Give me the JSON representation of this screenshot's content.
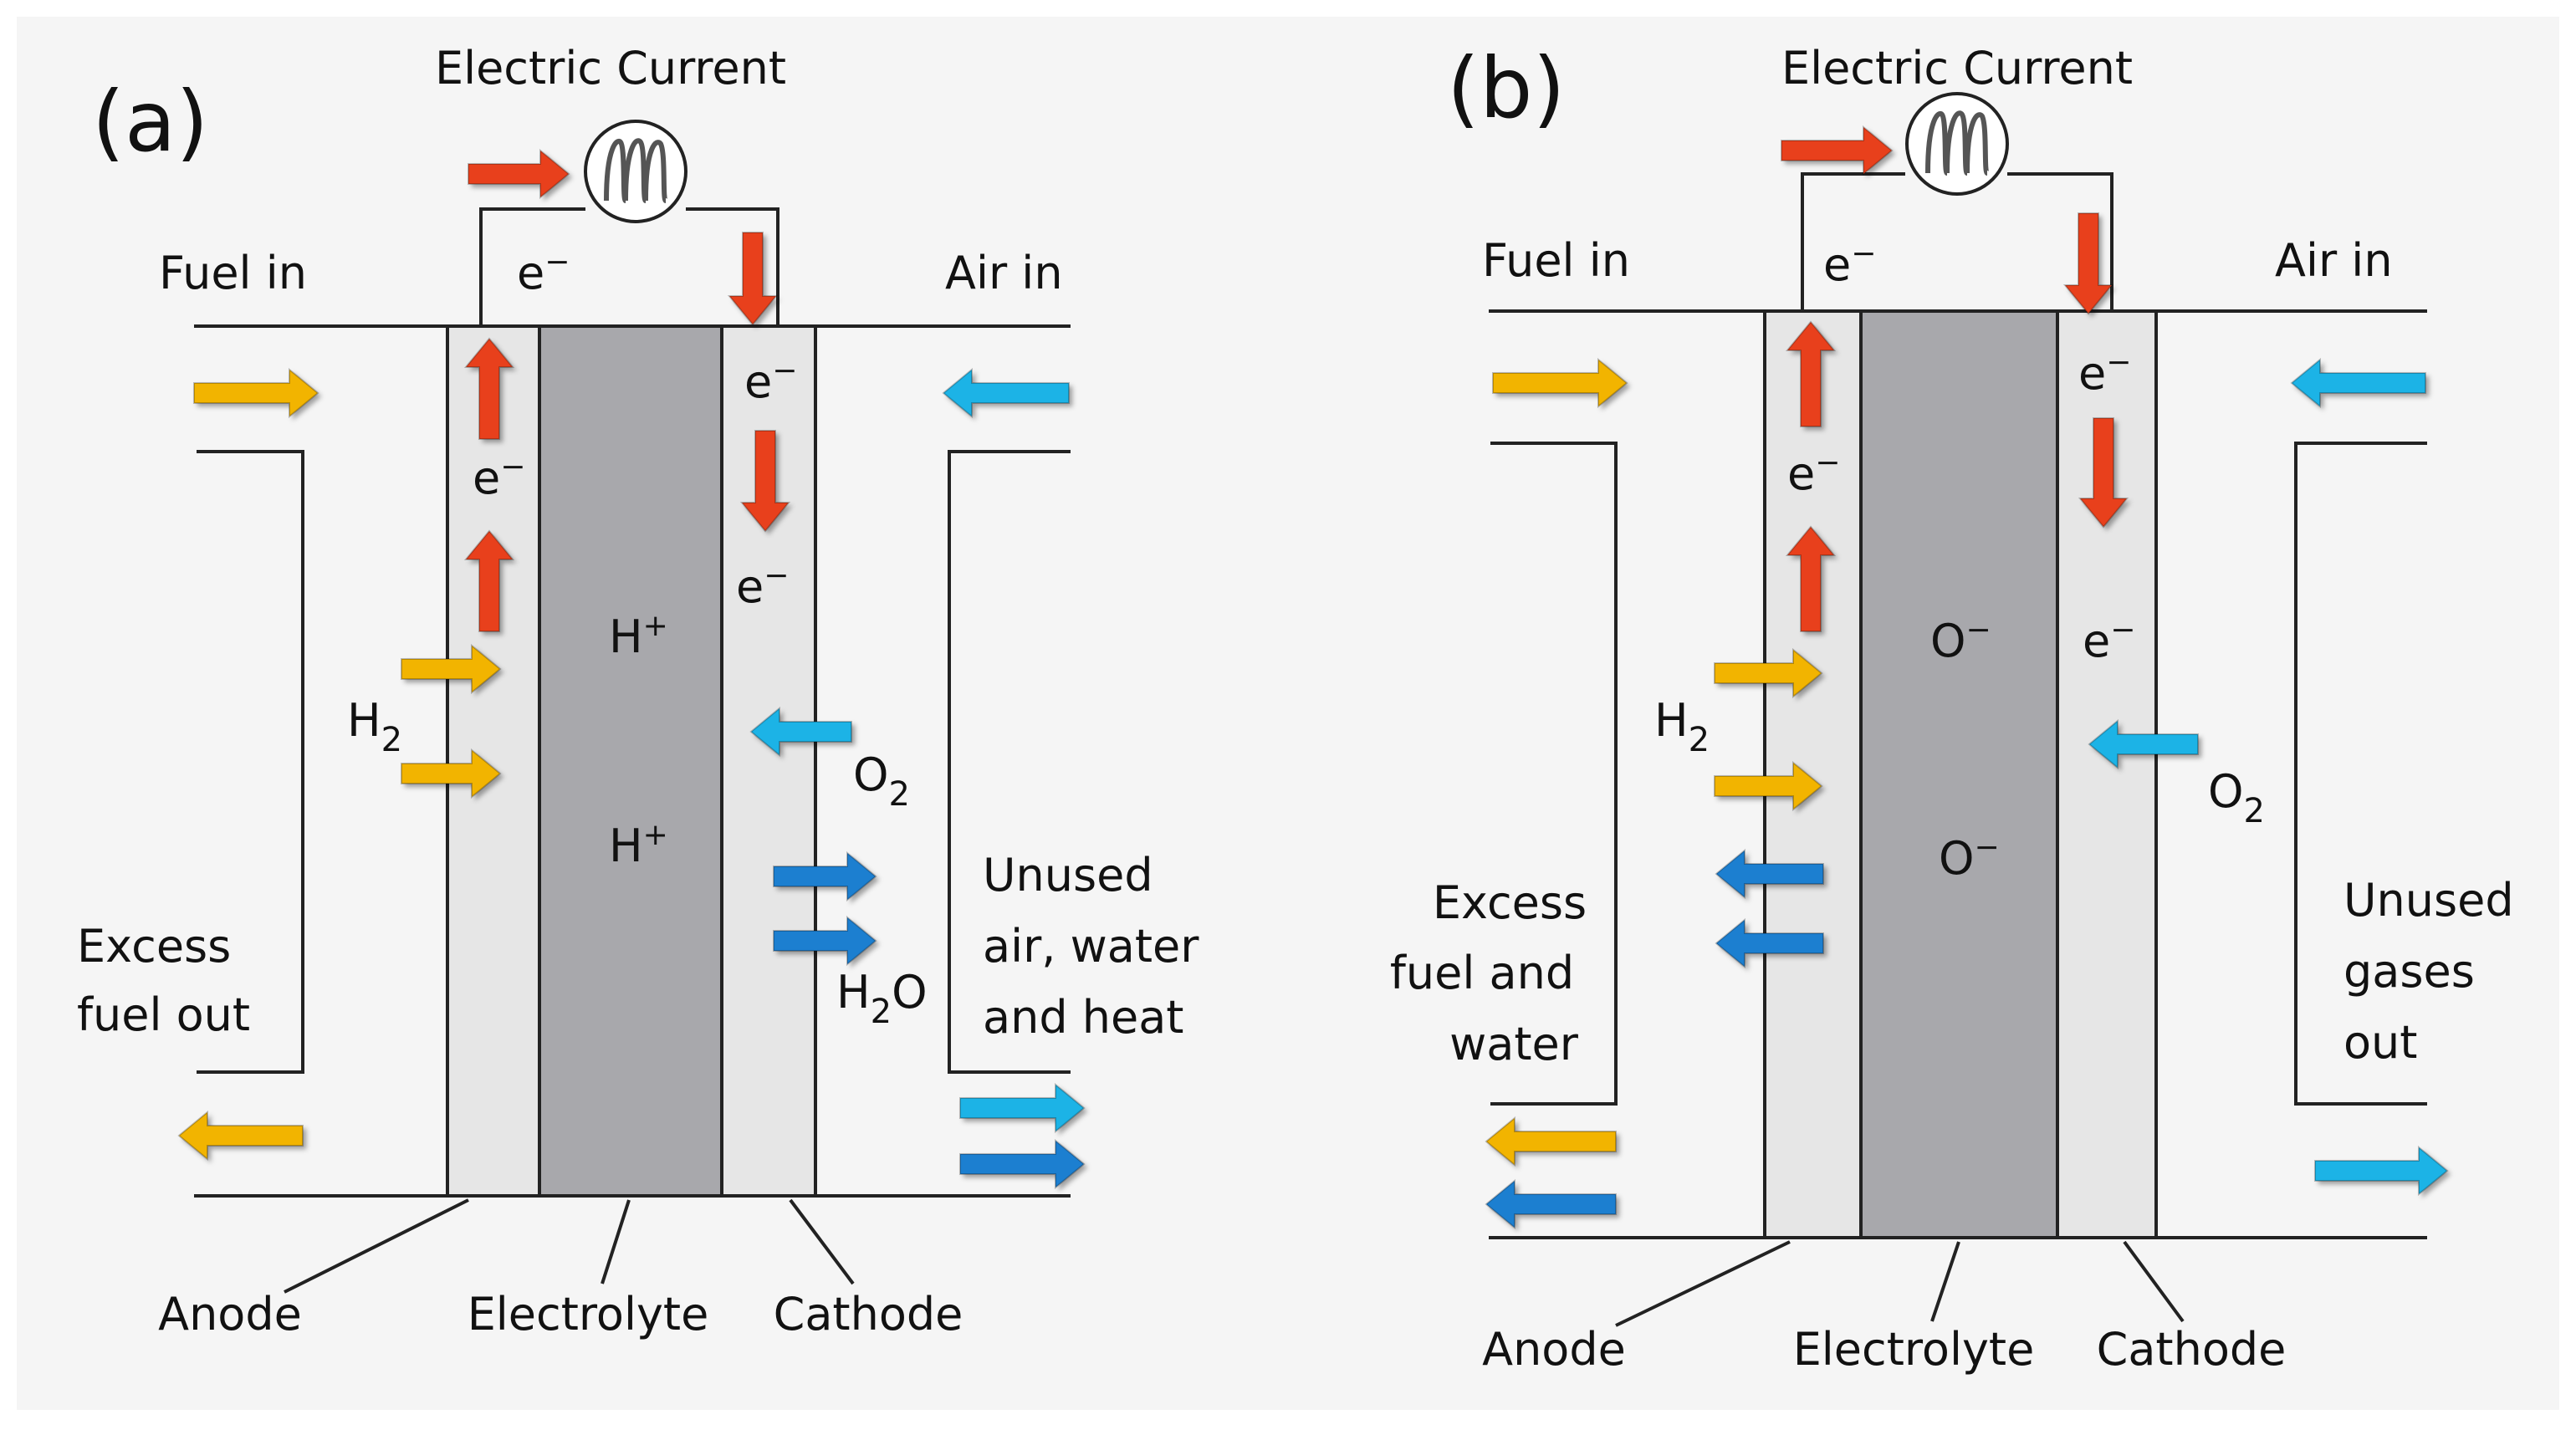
{
  "panel_a": {
    "tag": "(a)",
    "electric_current": "Electric Current",
    "fuel_in": "Fuel in",
    "air_in": "Air in",
    "electron": "e",
    "electron_sup": "−",
    "ion": "H",
    "ion_sup": "+",
    "h2": "H",
    "h2_sub": "2",
    "o2": "O",
    "o2_sub": "2",
    "h2o_a": "H",
    "h2o_sub": "2",
    "h2o_b": "O",
    "excess_line1": "Excess",
    "excess_line2": "fuel out",
    "unused_line1": "Unused",
    "unused_line2": "air, water",
    "unused_line3": "and heat",
    "anode": "Anode",
    "electrolyte": "Electrolyte",
    "cathode": "Cathode"
  },
  "panel_b": {
    "tag": "(b)",
    "electric_current": "Electric Current",
    "fuel_in": "Fuel in",
    "air_in": "Air in",
    "electron": "e",
    "electron_sup": "−",
    "ion": "O",
    "ion_sup": "−",
    "h2": "H",
    "h2_sub": "2",
    "o2": "O",
    "o2_sub": "2",
    "excess_line1": "Excess",
    "excess_line2": "fuel and",
    "excess_line3": "water",
    "unused_line1": "Unused",
    "unused_line2": "gases",
    "unused_line3": "out",
    "anode": "Anode",
    "electrolyte": "Electrolyte",
    "cathode": "Cathode"
  },
  "colors": {
    "fuel": "#F2B400",
    "air": "#1EB3E6",
    "water": "#1E7FD0",
    "electron": "#E8401C",
    "electrode": "#E6E6E6",
    "electrolyte": "#A8A8AC",
    "line": "#222222",
    "background": "#F5F5F5"
  }
}
